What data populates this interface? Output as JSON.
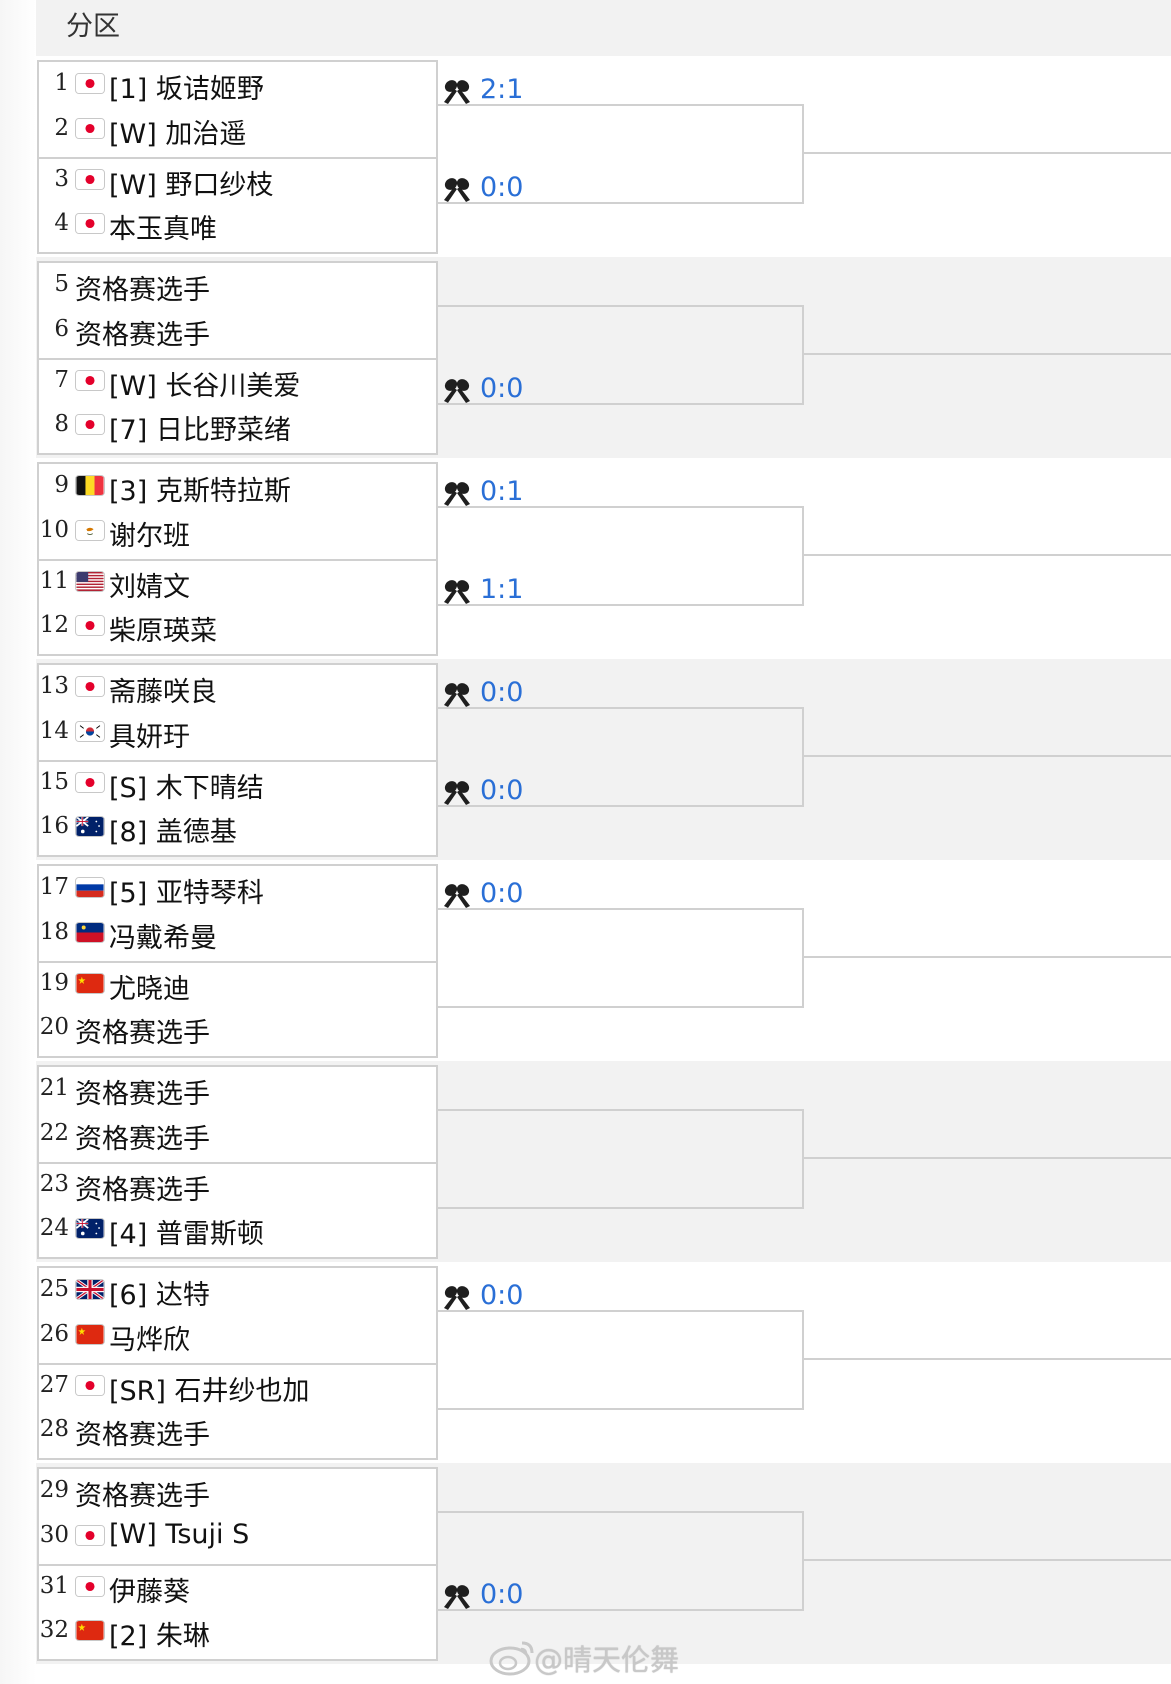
{
  "header": {
    "title": "分区"
  },
  "players": [
    {
      "num": "1",
      "flag": "JP",
      "name": "[1] 坂诘姬野"
    },
    {
      "num": "2",
      "flag": "JP",
      "name": "[W] 加治遥"
    },
    {
      "num": "3",
      "flag": "JP",
      "name": "[W] 野口纱枝"
    },
    {
      "num": "4",
      "flag": "JP",
      "name": "本玉真唯"
    },
    {
      "num": "5",
      "flag": "",
      "name": "资格赛选手"
    },
    {
      "num": "6",
      "flag": "",
      "name": "资格赛选手"
    },
    {
      "num": "7",
      "flag": "JP",
      "name": "[W] 长谷川美爱"
    },
    {
      "num": "8",
      "flag": "JP",
      "name": "[7] 日比野菜绪"
    },
    {
      "num": "9",
      "flag": "BE",
      "name": "[3] 克斯特拉斯"
    },
    {
      "num": "10",
      "flag": "CY",
      "name": "谢尔班"
    },
    {
      "num": "11",
      "flag": "US",
      "name": "刘婧文"
    },
    {
      "num": "12",
      "flag": "JP",
      "name": "柴原瑛菜"
    },
    {
      "num": "13",
      "flag": "JP",
      "name": "斋藤咲良"
    },
    {
      "num": "14",
      "flag": "KR",
      "name": "具妍玗"
    },
    {
      "num": "15",
      "flag": "JP",
      "name": "[S] 木下晴结"
    },
    {
      "num": "16",
      "flag": "AU",
      "name": "[8] 盖德基"
    },
    {
      "num": "17",
      "flag": "RU",
      "name": "[5] 亚特琴科"
    },
    {
      "num": "18",
      "flag": "LI",
      "name": "冯戴希曼"
    },
    {
      "num": "19",
      "flag": "CN",
      "name": "尤晓迪"
    },
    {
      "num": "20",
      "flag": "",
      "name": "资格赛选手"
    },
    {
      "num": "21",
      "flag": "",
      "name": "资格赛选手"
    },
    {
      "num": "22",
      "flag": "",
      "name": "资格赛选手"
    },
    {
      "num": "23",
      "flag": "",
      "name": "资格赛选手"
    },
    {
      "num": "24",
      "flag": "AU",
      "name": "[4] 普雷斯顿"
    },
    {
      "num": "25",
      "flag": "GB",
      "name": "[6] 达特"
    },
    {
      "num": "26",
      "flag": "CN",
      "name": "马烨欣"
    },
    {
      "num": "27",
      "flag": "JP",
      "name": "[SR] 石井纱也加"
    },
    {
      "num": "28",
      "flag": "",
      "name": "资格赛选手"
    },
    {
      "num": "29",
      "flag": "",
      "name": "资格赛选手"
    },
    {
      "num": "30",
      "flag": "JP",
      "name": "[W] Tsuji S"
    },
    {
      "num": "31",
      "flag": "JP",
      "name": "伊藤葵"
    },
    {
      "num": "32",
      "flag": "CN",
      "name": "[2] 朱琳"
    }
  ],
  "head_to_head": [
    {
      "match": 1,
      "score": "2:1"
    },
    {
      "match": 2,
      "score": "0:0"
    },
    {
      "match": 4,
      "score": "0:0"
    },
    {
      "match": 5,
      "score": "0:1"
    },
    {
      "match": 6,
      "score": "1:1"
    },
    {
      "match": 7,
      "score": "0:0"
    },
    {
      "match": 8,
      "score": "0:0"
    },
    {
      "match": 9,
      "score": "0:0"
    },
    {
      "match": 13,
      "score": "0:0"
    },
    {
      "match": 16,
      "score": "0:0"
    }
  ],
  "h2h_icon": "crossed-rackets-icon",
  "watermark": {
    "text": "@晴天伦舞",
    "icon": "weibo-icon"
  },
  "colors": {
    "score": "#2a6fd6",
    "line": "#d0d0d0",
    "shade": "#f2f2f2"
  }
}
